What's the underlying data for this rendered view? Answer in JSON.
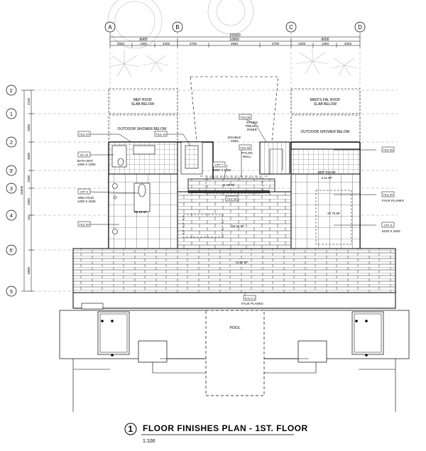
{
  "grid": {
    "cols": [
      "A",
      "B",
      "C",
      "D"
    ],
    "rows": [
      "1'",
      "1",
      "2",
      "3'",
      "3",
      "4",
      "5'",
      "5"
    ],
    "overall_dim": "22000",
    "mid_dims": [
      "6000",
      "10000",
      "6000"
    ],
    "sub_dims": [
      "2325",
      "1350",
      "2325",
      "2700",
      "4650",
      "2700",
      "2325",
      "1350",
      "2325"
    ],
    "left_dims": [
      "2150",
      "2500",
      "4000",
      "1500",
      "1650",
      "300",
      "6800",
      "15550"
    ]
  },
  "labels": {
    "mep_roof": "MEP ROOF\nSLAB BELOW",
    "maids_roof": "MAID'S FAL ROOF\nSLAB BELOW",
    "outdoor_shower_l": "OUTDOOR SHOWER BELOW",
    "outdoor_shower_r": "OUTDOOR SHOWER BELOW",
    "stairs": "STAIRS\nTREAD +\nRISER",
    "double_void": "DOUBLE\nVOID",
    "pylon_wall": "PYLON\nWALL",
    "bath_mat": "BATH MAT\n1000 X 1000",
    "area_rug": "AREA RUG\n1200 X 2400",
    "cpt_center": "8880 X 1200",
    "mep_room": "MEP ROOM",
    "faux_planks_r": "FAUX PLANKS",
    "cpt_right_size": "5100 X 2400",
    "faux_planks_bottom": "FAUX PLANKS",
    "pool": "POOL",
    "area_left": "55.18 M²",
    "area_center_top": "11.08 M²",
    "area_center": "50.40 M²",
    "area_right": "37.76 M²",
    "area_room": "3.11 M²",
    "area_terrace": "73.87 M²"
  },
  "tags": {
    "tile_24_a": "TILE 24",
    "tile_24_b": "TILE 14",
    "ac": "AC 29",
    "tile_stairs": "TILE 08",
    "tile_pylon": "TILE 08",
    "cpt_2": "CPT 2",
    "cpt_7": "CPT 7",
    "tile_54": "TILE 54",
    "tile_mep": "TILE 08",
    "tile_faux": "TILE 54",
    "cpt_6": "CPT 6",
    "tile_faux_bottom": "TILE 5 1",
    "tile_center": "TILE 54"
  },
  "title": {
    "number": "1",
    "text": "FLOOR FINISHES PLAN  -  1ST. FLOOR",
    "scale": "1:100"
  }
}
